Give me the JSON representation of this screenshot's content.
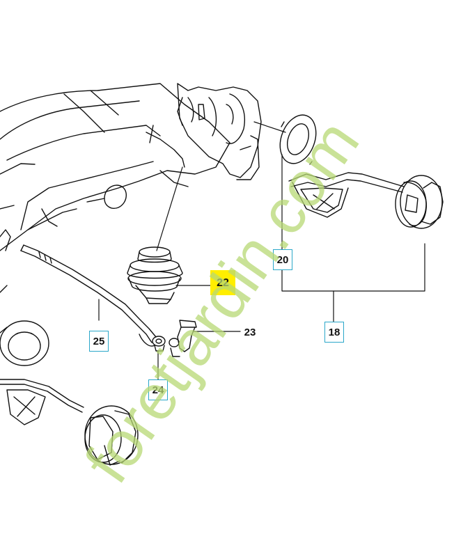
{
  "diagram": {
    "part_labels": {
      "p18": "18",
      "p20": "20",
      "p22": "22",
      "p23": "23",
      "p24": "24",
      "p25": "25"
    },
    "highlighted_part": "22",
    "watermark_text": "foretjardin.com",
    "colors": {
      "line": "#111111",
      "label_border": "#2aa7c9",
      "highlight": "#ffee00",
      "watermark_green": "#b7d874",
      "watermark_orange": "#f2a552"
    }
  }
}
